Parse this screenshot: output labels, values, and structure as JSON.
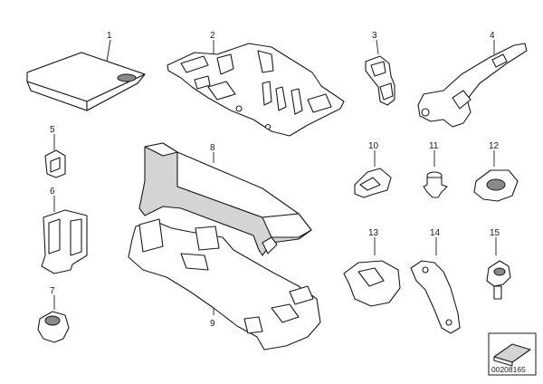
{
  "callouts": {
    "p1": "1",
    "p2": "2",
    "p3": "3",
    "p4": "4",
    "p5": "5",
    "p6": "6",
    "p7": "7",
    "p8": "8",
    "p9": "9",
    "p10": "10",
    "p11": "11",
    "p12": "12",
    "p13": "13",
    "p14": "14",
    "p15": "15"
  },
  "document_number": "00208165",
  "colors": {
    "line": "#1a1a1a",
    "shade": "#d4d4d4",
    "background": "#ffffff"
  }
}
